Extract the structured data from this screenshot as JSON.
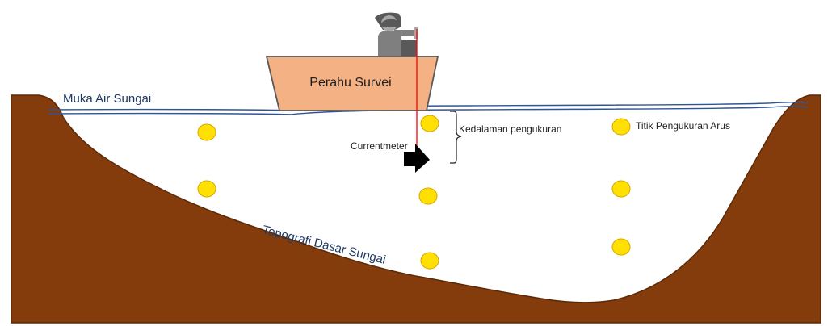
{
  "labels": {
    "water_surface": "Muka Air Sungai",
    "boat": "Perahu Survei",
    "measurement_depth": "Kedalaman pengukuran",
    "measurement_points": "Titik Pengukuran Arus",
    "current_meter": "Currentmeter",
    "riverbed": "Topografi Dasar Sungai"
  },
  "colors": {
    "ground": "#843c0c",
    "ground_stroke": "#5a2a08",
    "water_line": "#2f5597",
    "boat_fill": "#f4b183",
    "boat_stroke": "#595959",
    "measurement_point": "#ffe000",
    "measurement_point_stroke": "#d4a800",
    "cable": "#ff0000",
    "current_meter": "#000000",
    "label_text": "#1f3864",
    "surveyor": "#7f7f7f"
  },
  "icons": {
    "surveyor": "person-icon",
    "current_meter": "arrow-right-icon",
    "depth_range": "brace-icon"
  }
}
